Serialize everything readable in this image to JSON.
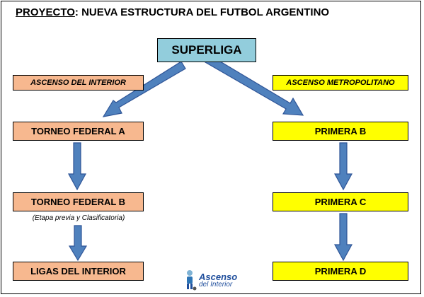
{
  "title": {
    "label": "PROYECTO",
    "rest": ": NUEVA ESTRUCTURA DEL FUTBOL ARGENTINO"
  },
  "nodes": {
    "superliga": "SUPERLIGA",
    "ascenso_interior": "ASCENSO DEL INTERIOR",
    "ascenso_metropolitano": "ASCENSO METROPOLITANO",
    "federal_a": "TORNEO  FEDERAL A",
    "federal_b": "TORNEO  FEDERAL B",
    "federal_b_note": "(Etapa previa y Clasificatoria)",
    "ligas_interior": "LIGAS DEL INTERIOR",
    "primera_b": "PRIMERA B",
    "primera_c": "PRIMERA C",
    "primera_d": "PRIMERA D"
  },
  "logo": {
    "line1": "Ascenso",
    "line2": "del Interior"
  },
  "colors": {
    "interior": "#f7b88f",
    "metropolitano": "#ffff00",
    "superliga": "#92cddc",
    "arrow": "#4f81bd",
    "arrow_edge": "#2f5597"
  }
}
